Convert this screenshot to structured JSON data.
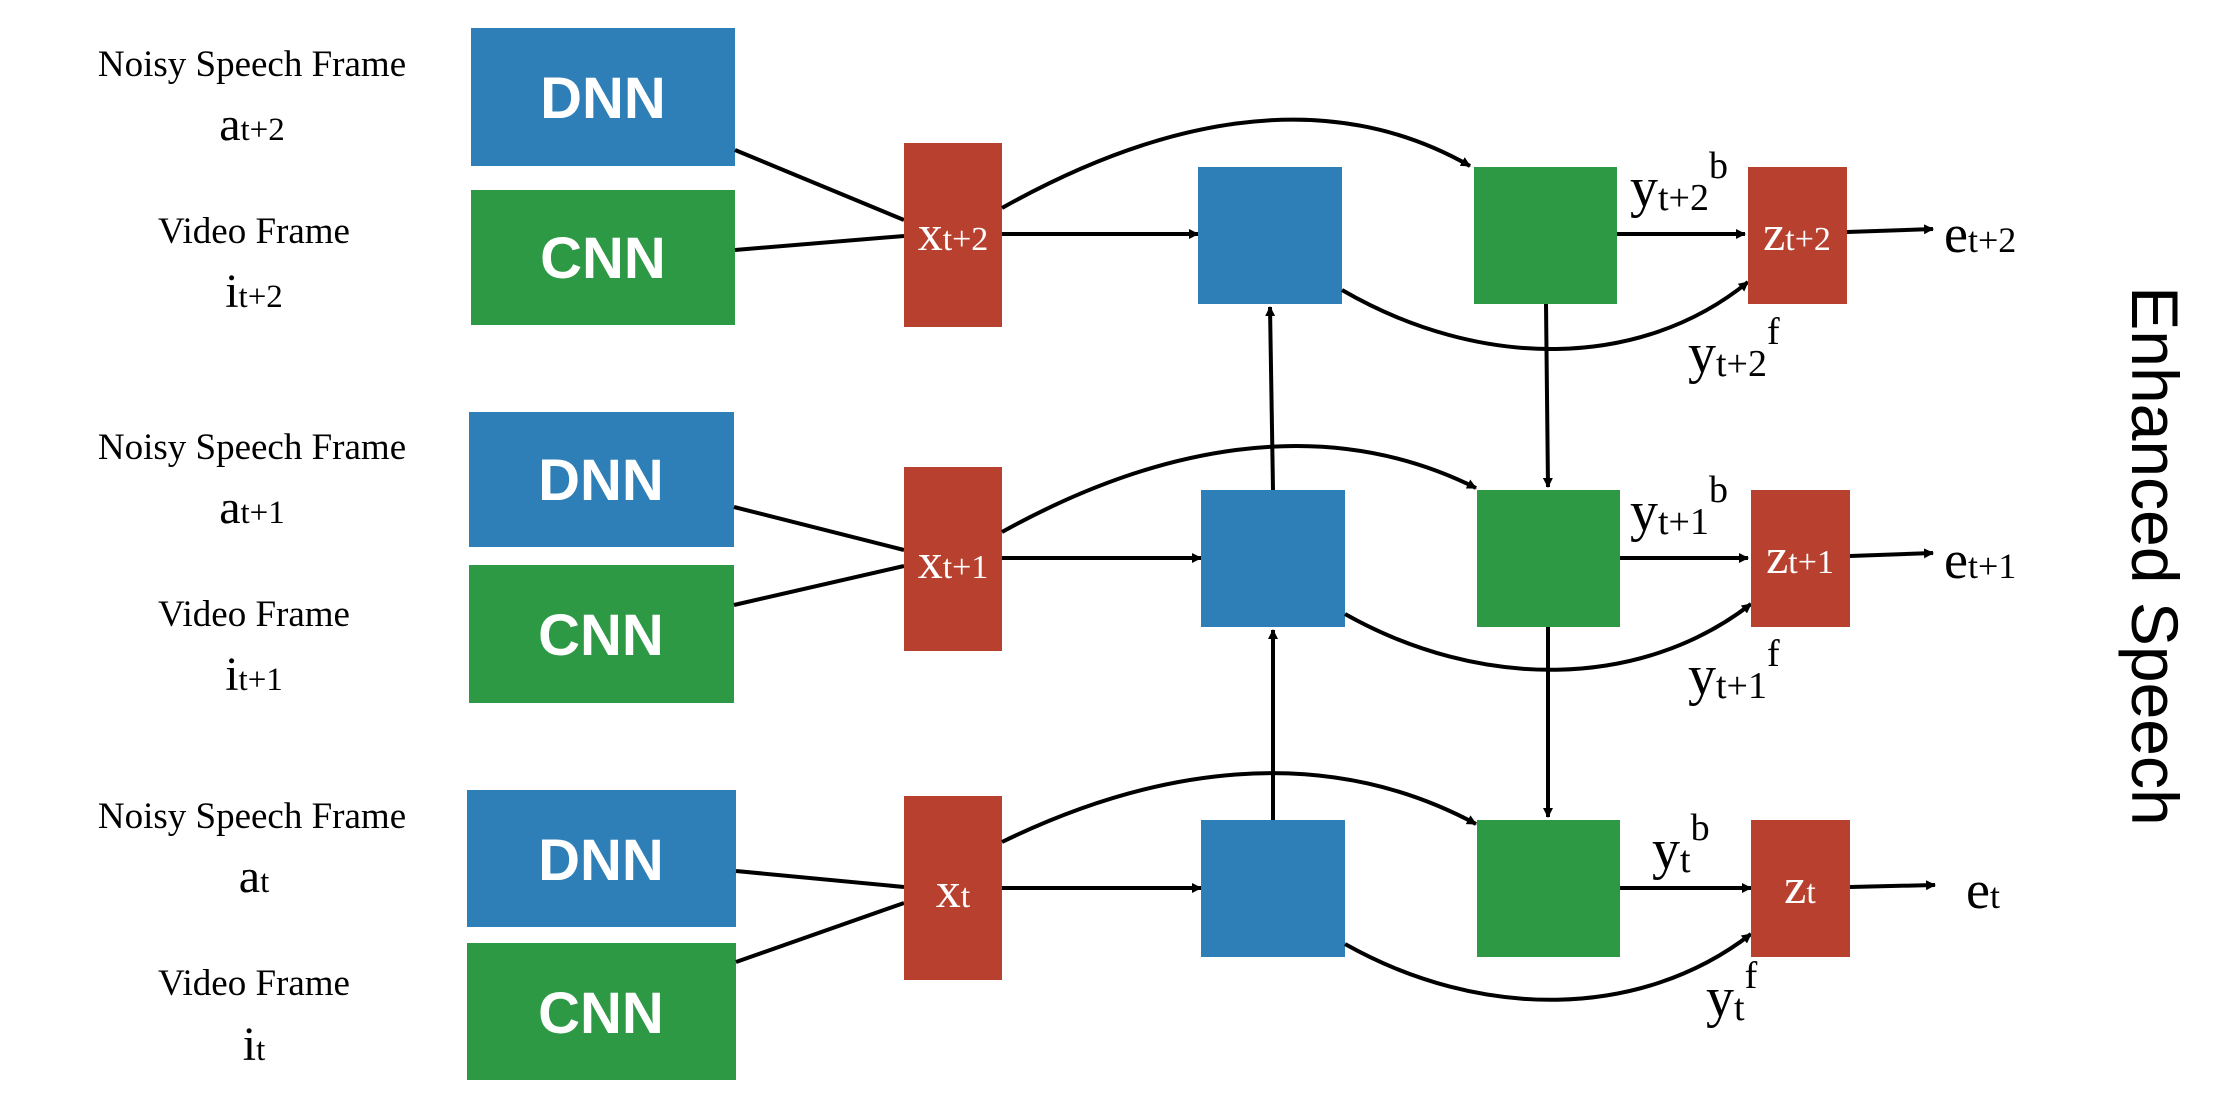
{
  "colors": {
    "dnn_blue": "#2e7fb7",
    "cnn_green": "#2e9945",
    "fusion_red": "#b8402f",
    "lstm_blue": "#2e7fb7",
    "lstm_green": "#2e9945",
    "output_red": "#b8402f"
  },
  "side_label": "Enhanced Speech",
  "rows": [
    {
      "speech_label": "Noisy Speech Frame",
      "speech_var": "a",
      "speech_sub": "t+2",
      "video_label": "Video Frame",
      "video_var": "i",
      "video_sub": "t+2",
      "dnn_label": "DNN",
      "cnn_label": "CNN",
      "x_var": "x",
      "x_sub": "t+2",
      "yb_var": "y",
      "yb_sub": "t+2",
      "yb_sup": "b",
      "yf_var": "y",
      "yf_sub": "t+2",
      "yf_sup": "f",
      "z_var": "z",
      "z_sub": "t+2",
      "e_var": "e",
      "e_sub": "t+2"
    },
    {
      "speech_label": "Noisy Speech Frame",
      "speech_var": "a",
      "speech_sub": "t+1",
      "video_label": "Video Frame",
      "video_var": "i",
      "video_sub": "t+1",
      "dnn_label": "DNN",
      "cnn_label": "CNN",
      "x_var": "x",
      "x_sub": "t+1",
      "yb_var": "y",
      "yb_sub": "t+1",
      "yb_sup": "b",
      "yf_var": "y",
      "yf_sub": "t+1",
      "yf_sup": "f",
      "z_var": "z",
      "z_sub": "t+1",
      "e_var": "e",
      "e_sub": "t+1"
    },
    {
      "speech_label": "Noisy Speech Frame",
      "speech_var": "a",
      "speech_sub": "t",
      "video_label": "Video Frame",
      "video_var": "i",
      "video_sub": "t",
      "dnn_label": "DNN",
      "cnn_label": "CNN",
      "x_var": "x",
      "x_sub": "t",
      "yb_var": "y",
      "yb_sub": "t",
      "yb_sup": "b",
      "yf_var": "y",
      "yf_sub": "t",
      "yf_sup": "f",
      "z_var": "z",
      "z_sub": "t",
      "e_var": "e",
      "e_sub": "t"
    }
  ]
}
